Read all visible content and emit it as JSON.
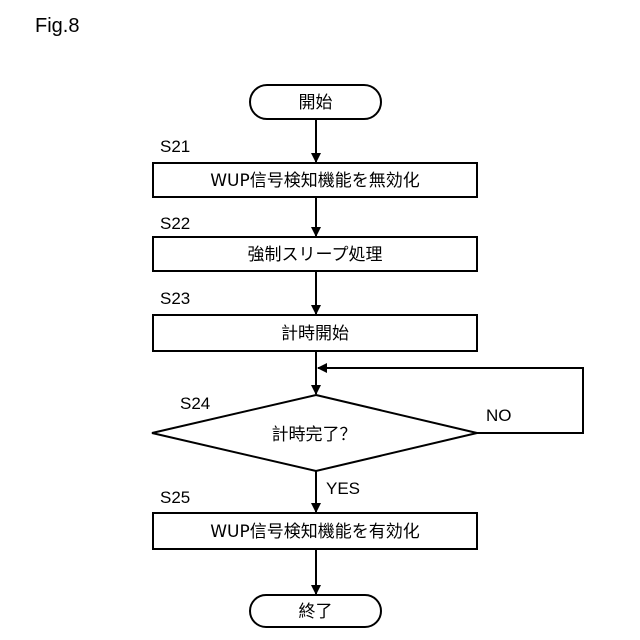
{
  "figure_label": "Fig.8",
  "start": {
    "text": "開始"
  },
  "steps": [
    {
      "id": "S21",
      "text": "WUP信号検知機能を無効化"
    },
    {
      "id": "S22",
      "text": "強制スリープ処理"
    },
    {
      "id": "S23",
      "text": "計時開始"
    }
  ],
  "decision": {
    "id": "S24",
    "text": "計時完了？",
    "no_label": "NO",
    "yes_label": "YES"
  },
  "final_step": {
    "id": "S25",
    "text": "WUP信号検知機能を有効化"
  },
  "end": {
    "text": "終了"
  },
  "colors": {
    "stroke": "#000000",
    "fill": "#ffffff",
    "text": "#000000"
  }
}
